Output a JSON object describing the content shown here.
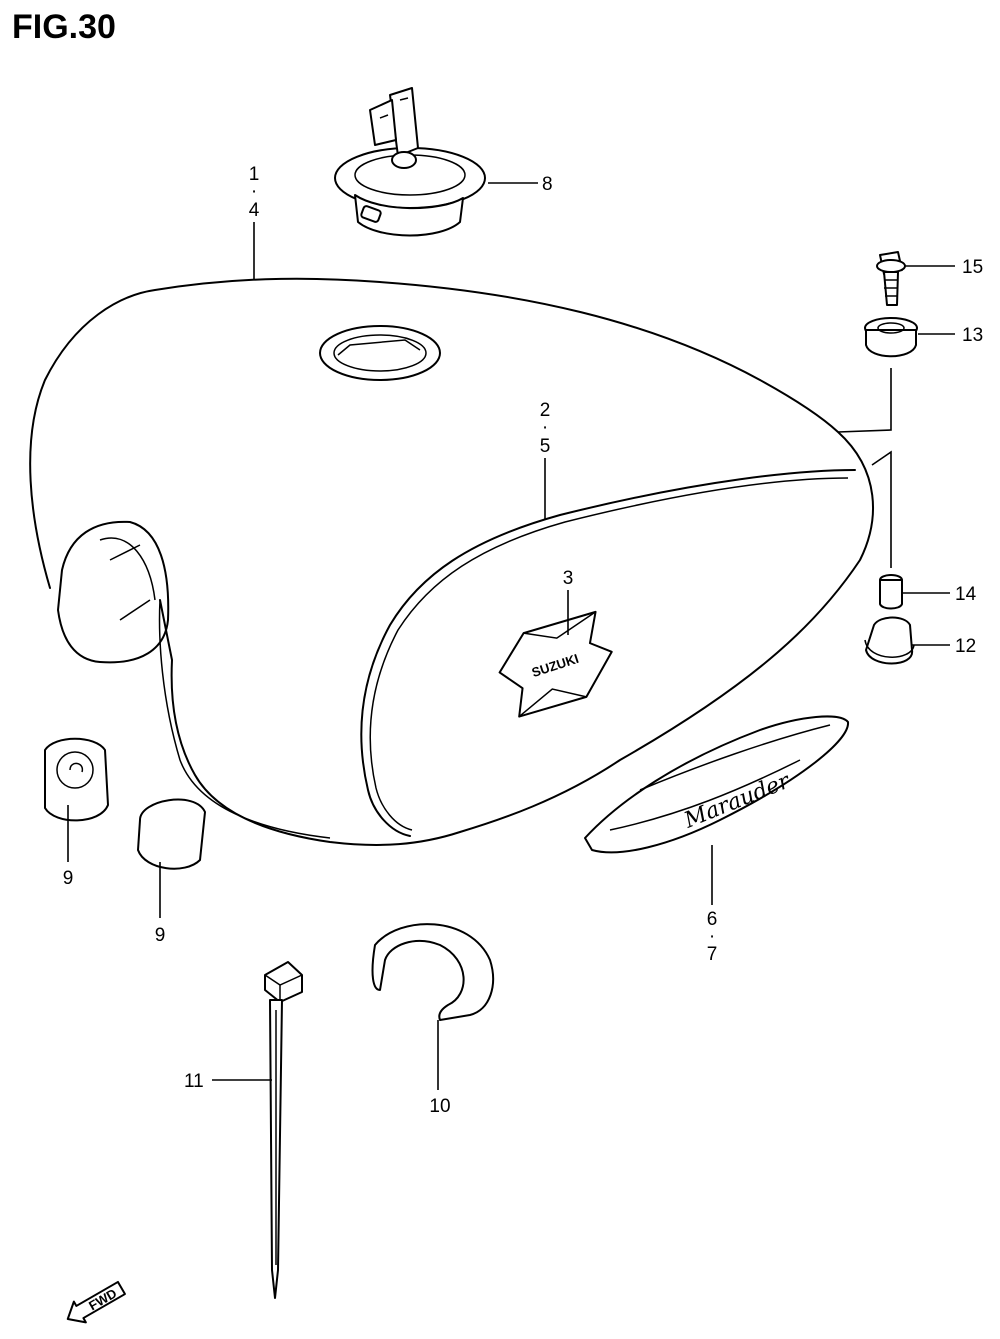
{
  "figure": {
    "title": "FIG.30"
  },
  "callouts": {
    "c1": {
      "top": "1",
      "sep": "·",
      "bottom": "4"
    },
    "c2": {
      "top": "2",
      "sep": "·",
      "bottom": "5"
    },
    "c3": "3",
    "c6": {
      "top": "6",
      "sep": "·",
      "bottom": "7"
    },
    "c8": "8",
    "c9a": "9",
    "c9b": "9",
    "c10": "10",
    "c11": "11",
    "c12": "12",
    "c13": "13",
    "c14": "14",
    "c15": "15"
  },
  "emblems": {
    "tank_logo": "SUZUKI",
    "badge_script": "Marauder"
  },
  "direction_marker": {
    "label": "FWD"
  }
}
